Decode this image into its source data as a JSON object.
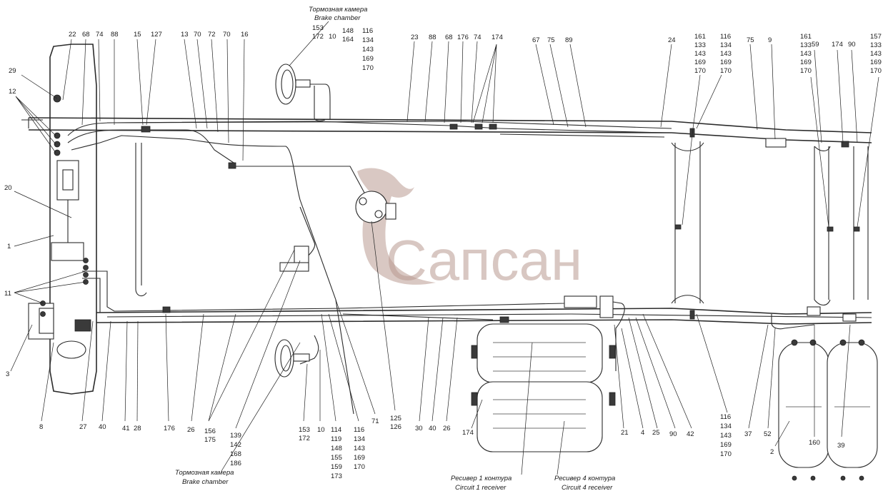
{
  "watermark": {
    "text": "Сапсан",
    "color": "#b99a91"
  },
  "captions": {
    "brake_top_ru": "Тормозная камера",
    "brake_top_en": "Brake chamber",
    "brake_bottom_ru": "Тормозная камера",
    "brake_bottom_en": "Brake chamber",
    "receiver1_ru": "Ресивер 1 контура",
    "receiver1_en": "Circuit 1 receiver",
    "receiver4_ru": "Ресивер 4 контура",
    "receiver4_en": "Circuit 4 receiver"
  },
  "top_labels": [
    "22",
    "68",
    "74",
    "88",
    "15",
    "127",
    "13",
    "70",
    "72",
    "70",
    "16",
    "23",
    "88",
    "68",
    "176",
    "74",
    "174",
    "67",
    "75",
    "89",
    "24",
    "75",
    "9",
    "59",
    "174",
    "90"
  ],
  "stacks": {
    "s1": [
      "153",
      "172"
    ],
    "s2": [
      "10"
    ],
    "s3": [
      "148",
      "164"
    ],
    "s4": [
      "116",
      "134",
      "143",
      "169",
      "170"
    ],
    "s5": [
      "161",
      "133",
      "143",
      "169",
      "170"
    ],
    "s6": [
      "116",
      "134",
      "143",
      "169",
      "170"
    ],
    "s7": [
      "161",
      "133",
      "143",
      "169",
      "170"
    ],
    "s8": [
      "157",
      "133",
      "143",
      "169",
      "170"
    ]
  },
  "left_labels": [
    "29",
    "12",
    "20",
    "1",
    "11",
    "3",
    "8"
  ],
  "bottom_labels": {
    "b27": "27",
    "b40": "40",
    "b41": "41",
    "b28": "28",
    "b176": "176",
    "b26": "26",
    "b156": "156",
    "b175": "175",
    "b139": [
      "139",
      "142",
      "168",
      "186"
    ],
    "b153": [
      "153",
      "172"
    ],
    "b10": "10",
    "b114": [
      "114",
      "119",
      "148",
      "155",
      "159",
      "173"
    ],
    "b116": [
      "116",
      "134",
      "143",
      "169",
      "170"
    ],
    "b71": "71",
    "b125": [
      "125",
      "126"
    ],
    "b30": "30",
    "b40b": "40",
    "b26b": "26",
    "b174": "174",
    "b21": "21",
    "b4": "4",
    "b25": "25",
    "b90": "90",
    "b42": "42",
    "b116r": [
      "116",
      "134",
      "143",
      "169",
      "170"
    ],
    "b37": "37",
    "b52": "52",
    "b2": "2",
    "b160": "160",
    "b39": "39"
  }
}
